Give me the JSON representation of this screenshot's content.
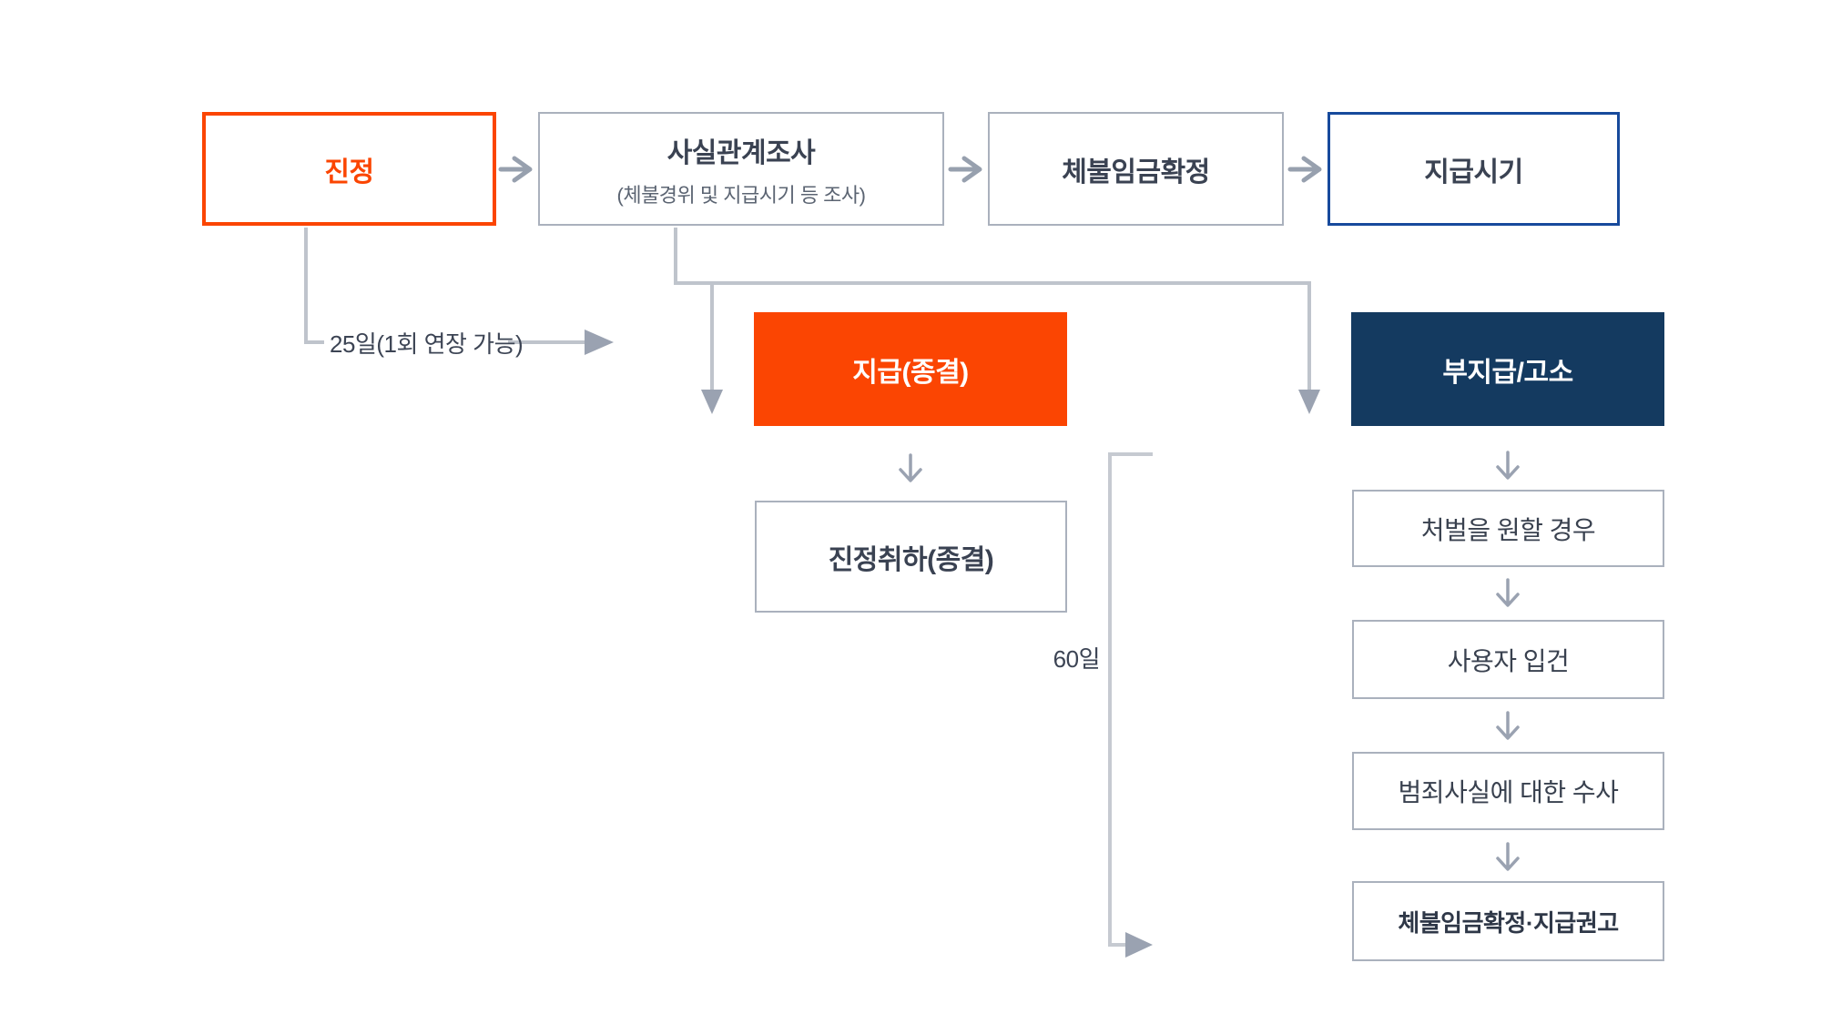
{
  "flow": {
    "top": [
      {
        "label": "진정"
      },
      {
        "label": "사실관계조사",
        "sublabel": "(체불경위 및 지급시기 등 조사)"
      },
      {
        "label": "체불임금확정"
      },
      {
        "label": "지급시기"
      }
    ],
    "annotations": {
      "deadline_25": "25일(1회 연장 가능)",
      "deadline_60": "60일"
    },
    "outcomes": [
      {
        "label": "지급(종결)"
      },
      {
        "label": "부지급/고소"
      }
    ],
    "withdrawal": {
      "label": "진정취하(종결)"
    },
    "prosecution_steps": [
      {
        "label": "처벌을 원할 경우"
      },
      {
        "label": "사용자 입건"
      },
      {
        "label": "범죄사실에 대한 수사"
      },
      {
        "label": "체불임금확정·지급권고"
      }
    ],
    "colors": {
      "orange": "#fb4502",
      "navy": "#143a60",
      "blue_border": "#174a9c",
      "gray_border": "#aab1bd",
      "line_gray": "#bfc4cc",
      "arrow_gray": "#9aa2b1",
      "text_dark": "#3a4252",
      "text_sub": "#5b6472",
      "white": "#ffffff"
    }
  }
}
